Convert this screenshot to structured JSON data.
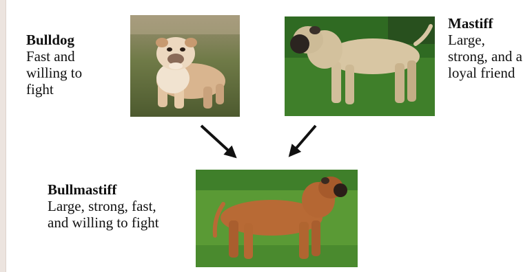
{
  "breeds": {
    "bulldog": {
      "name": "Bulldog",
      "description": "Fast and willing to fight"
    },
    "mastiff": {
      "name": "Mastiff",
      "description": "Large, strong, and a loyal friend"
    },
    "bullmastiff": {
      "name": "Bullmastiff",
      "description": "Large, strong, fast, and willing to fight"
    }
  },
  "photos": {
    "bulldog": "bulldog-photo",
    "mastiff": "mastiff-photo",
    "bullmastiff": "bullmastiff-photo"
  },
  "colors": {
    "background": "#ece4df",
    "canvas": "#ffffff",
    "text": "#111111",
    "arrow": "#111111",
    "grass": "#4f8f2f",
    "bulldog_coat": "#d9b58f",
    "mastiff_coat": "#d8c6a3",
    "bullmastiff_coat": "#b86a35"
  }
}
